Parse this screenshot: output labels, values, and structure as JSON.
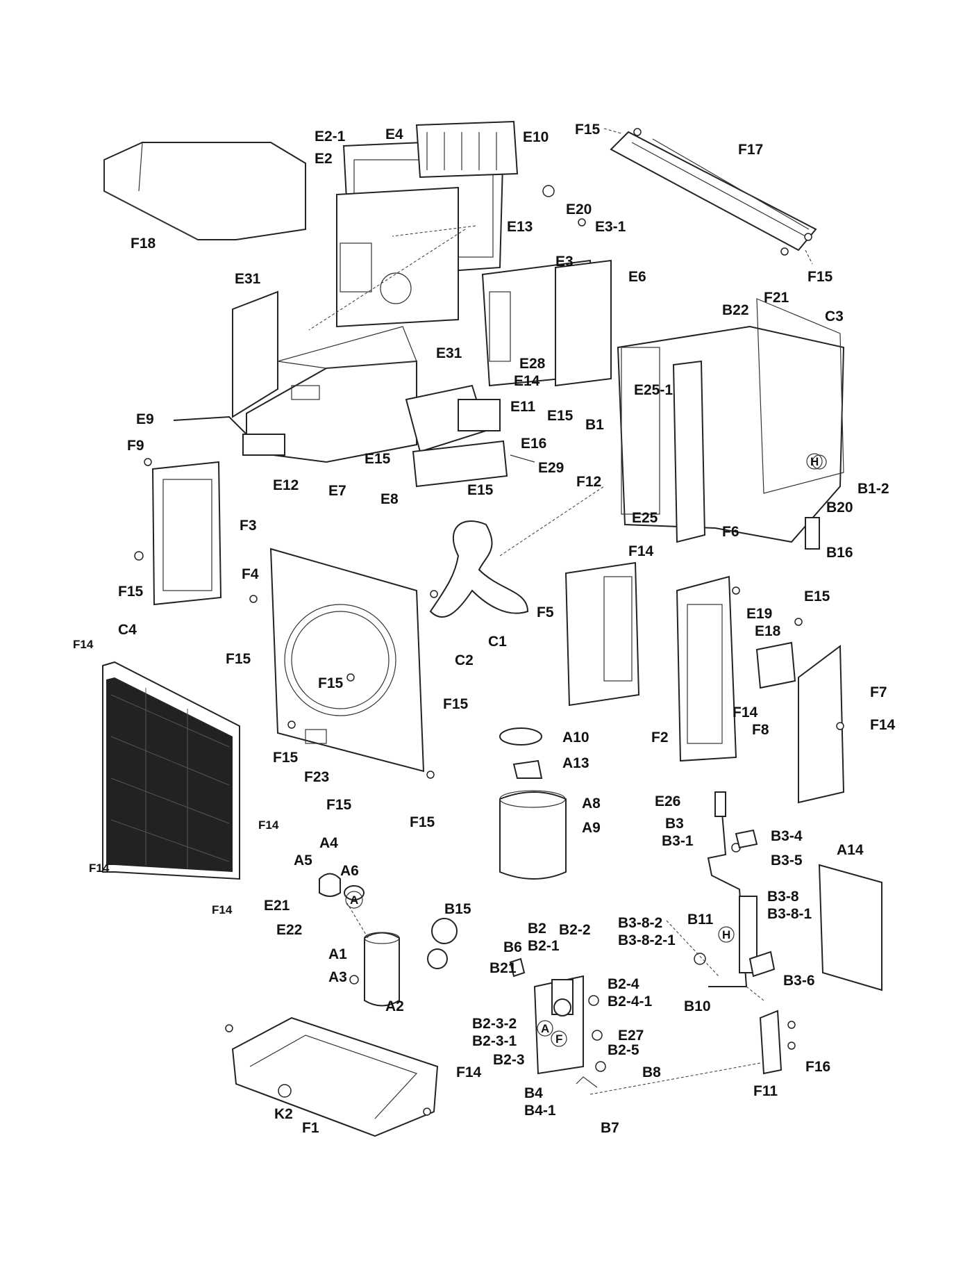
{
  "labels": {
    "E2-1": "E2-1",
    "E4": "E4",
    "E10": "E10",
    "E2": "E2",
    "F18": "F18",
    "E13": "E13",
    "E20": "E20",
    "E3-1": "E3-1",
    "E3": "E3",
    "E6": "E6",
    "E31a": "E31",
    "E31b": "E31",
    "E28": "E28",
    "E14": "E14",
    "E11": "E11",
    "E15a": "E15",
    "E16": "E16",
    "E29": "E29",
    "E9": "E9",
    "F9": "F9",
    "E12": "E12",
    "E7": "E7",
    "E15b": "E15",
    "E8": "E8",
    "E15c": "E15",
    "F15a": "F15",
    "F17": "F17",
    "F15b": "F15",
    "B22": "B22",
    "F21": "F21",
    "C3": "C3",
    "E25-1": "E25-1",
    "B1": "B1",
    "F12": "F12",
    "E25": "E25",
    "F6": "F6",
    "B1-2": "B1-2",
    "B20": "B20",
    "F14a": "F14",
    "B16": "B16",
    "F3": "F3",
    "F15c": "F15",
    "F4": "F4",
    "F15d": "F15",
    "C2": "C2",
    "C1": "C1",
    "F5": "F5",
    "E15d": "E15",
    "E19": "E19",
    "E18": "E18",
    "C4": "C4",
    "F14b": "F14",
    "F15e": "F15",
    "F15f": "F15",
    "F14c": "F14",
    "F8": "F8",
    "F7": "F7",
    "F14d": "F14",
    "F2": "F2",
    "A10": "A10",
    "F15g": "F15",
    "F23": "F23",
    "A13": "A13",
    "F15h": "F15",
    "F15i": "F15",
    "A8": "A8",
    "E26": "E26",
    "F14e": "F14",
    "A9": "A9",
    "B3": "B3",
    "B3-1": "B3-1",
    "B3-4": "B3-4",
    "B3-5": "B3-5",
    "A14": "A14",
    "F14f": "F14",
    "A4": "A4",
    "A5": "A5",
    "A6": "A6",
    "E21": "E21",
    "E22": "E22",
    "F14g": "F14",
    "B15": "B15",
    "A1": "A1",
    "A3": "A3",
    "A2": "A2",
    "B3-8": "B3-8",
    "B3-8-1": "B3-8-1",
    "B11": "B11",
    "B3-8-2": "B3-8-2",
    "B3-8-2-1": "B3-8-2-1",
    "B2": "B2",
    "B2-2": "B2-2",
    "B2-1": "B2-1",
    "B6": "B6",
    "B21": "B21",
    "B2-4": "B2-4",
    "B2-4-1": "B2-4-1",
    "B10": "B10",
    "B3-6": "B3-6",
    "B2-3-2": "B2-3-2",
    "B2-3-1": "B2-3-1",
    "B2-3": "B2-3",
    "E27": "E27",
    "B2-5": "B2-5",
    "F11": "F11",
    "F16": "F16",
    "F14h": "F14",
    "K2": "K2",
    "F1": "F1",
    "B8": "B8",
    "B4": "B4",
    "B4-1": "B4-1",
    "B7": "B7",
    "circA1": "A",
    "circA2": "A",
    "circF": "F",
    "circH1": "H",
    "circH2": "H"
  }
}
